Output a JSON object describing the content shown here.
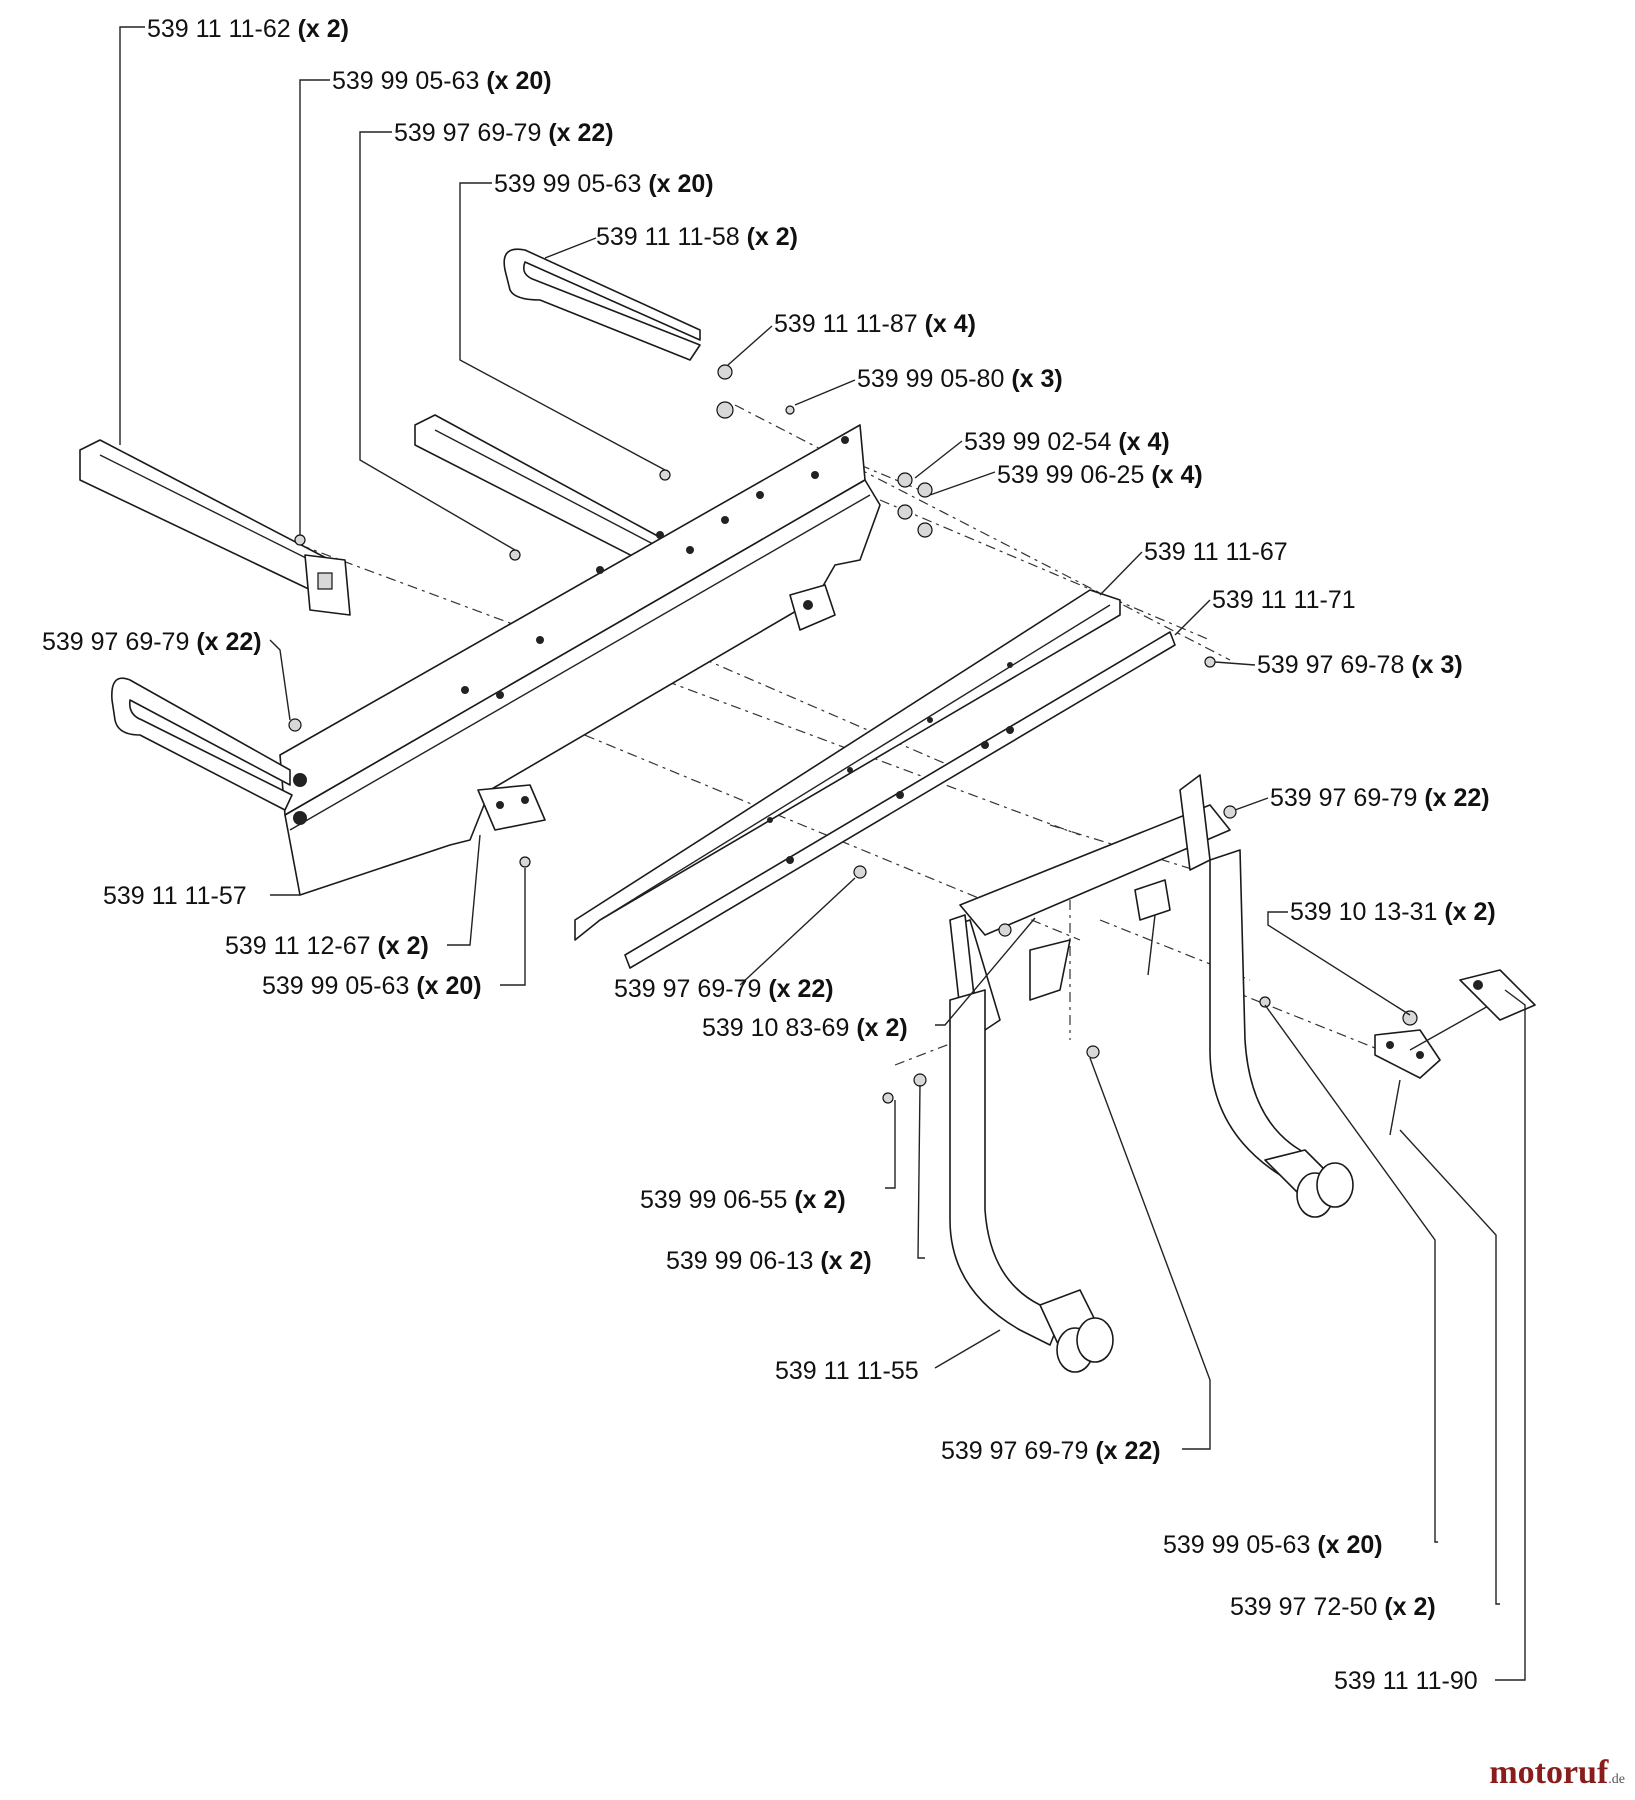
{
  "labels": [
    {
      "id": "c1",
      "part": "539 11 11-62",
      "qty": "(x 2)"
    },
    {
      "id": "c2",
      "part": "539 99 05-63",
      "qty": "(x 20)"
    },
    {
      "id": "c3",
      "part": "539 97 69-79",
      "qty": "(x 22)"
    },
    {
      "id": "c4",
      "part": "539 99 05-63",
      "qty": "(x 20)"
    },
    {
      "id": "c5",
      "part": "539 11 11-58",
      "qty": "(x 2)"
    },
    {
      "id": "c6",
      "part": "539 11 11-87",
      "qty": "(x 4)"
    },
    {
      "id": "c7",
      "part": "539 99 05-80",
      "qty": "(x 3)"
    },
    {
      "id": "c8",
      "part": "539 99 02-54",
      "qty": "(x 4)"
    },
    {
      "id": "c9",
      "part": "539 99 06-25",
      "qty": "(x 4)"
    },
    {
      "id": "c10",
      "part": "539 11 11-67",
      "qty": ""
    },
    {
      "id": "c11",
      "part": "539 11 11-71",
      "qty": ""
    },
    {
      "id": "c12",
      "part": "539 97 69-78",
      "qty": "(x 3)"
    },
    {
      "id": "c13",
      "part": "539 97 69-79",
      "qty": "(x 22)"
    },
    {
      "id": "c14",
      "part": "539 97 69-79",
      "qty": "(x 22)"
    },
    {
      "id": "c15",
      "part": "539 10 13-31",
      "qty": "(x 2)"
    },
    {
      "id": "c16",
      "part": "539 11 11-57",
      "qty": ""
    },
    {
      "id": "c17",
      "part": "539 11 12-67",
      "qty": "(x 2)"
    },
    {
      "id": "c18",
      "part": "539 99 05-63",
      "qty": "(x 20)"
    },
    {
      "id": "c19",
      "part": "539 97 69-79",
      "qty": "(x 22)"
    },
    {
      "id": "c20",
      "part": "539 10 83-69",
      "qty": "(x 2)"
    },
    {
      "id": "c21",
      "part": "539 99 06-55",
      "qty": "(x 2)"
    },
    {
      "id": "c22",
      "part": "539 99 06-13",
      "qty": "(x 2)"
    },
    {
      "id": "c23",
      "part": "539 11 11-55",
      "qty": ""
    },
    {
      "id": "c24",
      "part": "539 97 69-79",
      "qty": "(x 22)"
    },
    {
      "id": "c25",
      "part": "539 99 05-63",
      "qty": "(x 20)"
    },
    {
      "id": "c26",
      "part": "539 97 72-50",
      "qty": "(x 2)"
    },
    {
      "id": "c27",
      "part": "539 11 11-90",
      "qty": ""
    }
  ],
  "watermark": {
    "brand": "motoruf",
    "tld": ".de"
  }
}
